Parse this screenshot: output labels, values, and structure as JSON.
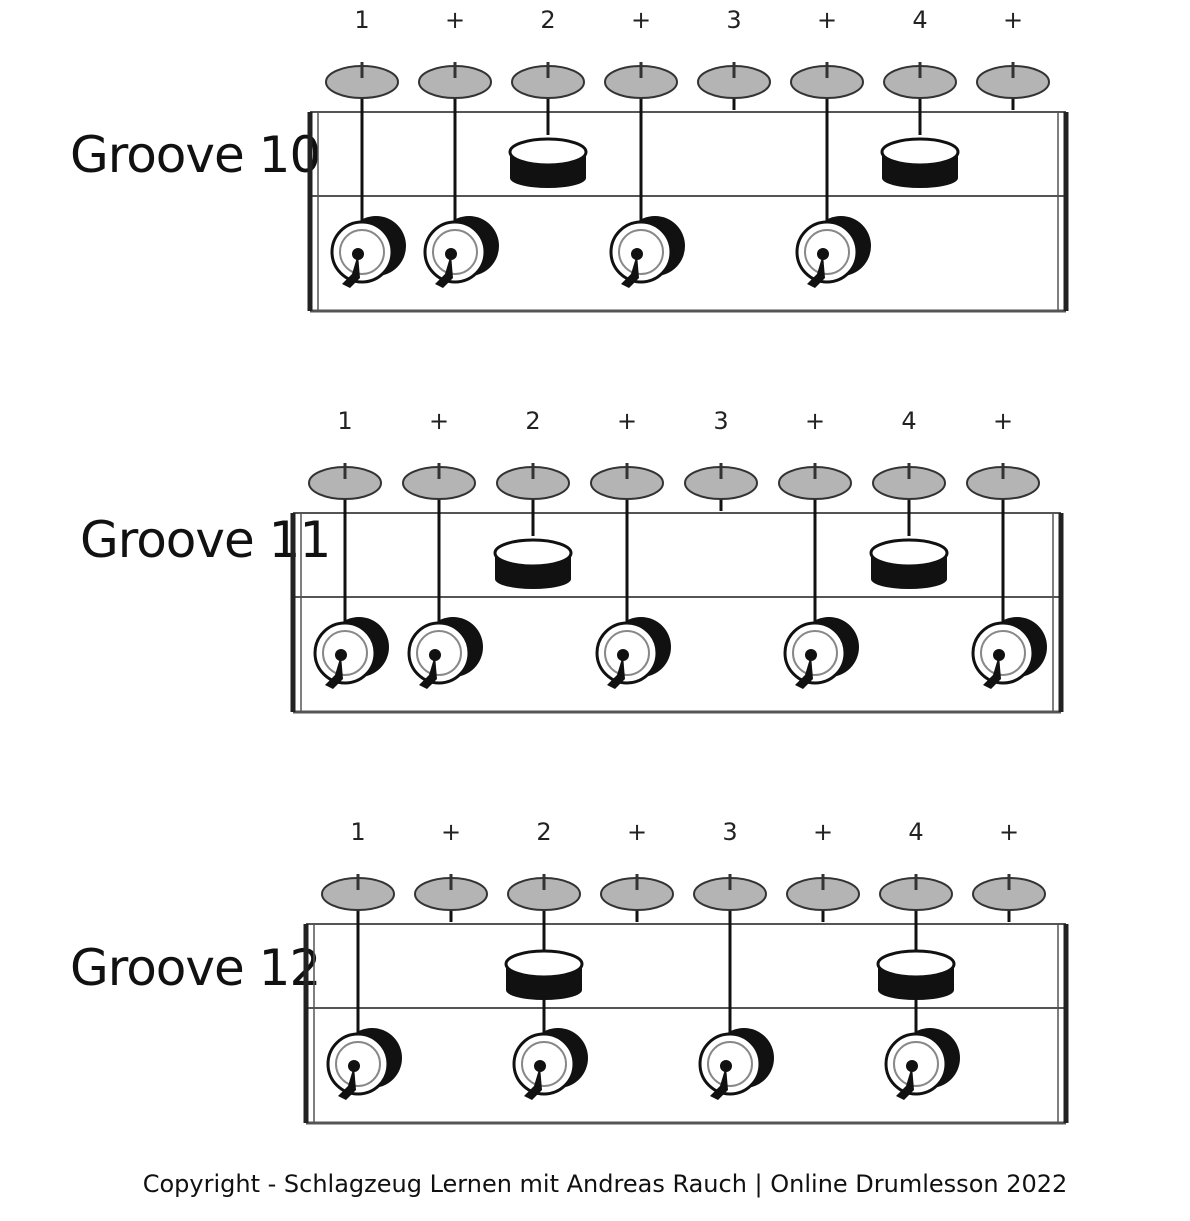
{
  "counts": [
    "1",
    "+",
    "2",
    "+",
    "3",
    "+",
    "4",
    "+"
  ],
  "grooves": [
    {
      "title": "Groove 10",
      "hihat": [
        1,
        1,
        1,
        1,
        1,
        1,
        1,
        1
      ],
      "snare": [
        0,
        0,
        1,
        0,
        0,
        0,
        1,
        0
      ],
      "bass": [
        1,
        1,
        0,
        1,
        0,
        1,
        0,
        0
      ]
    },
    {
      "title": "Groove 11",
      "hihat": [
        1,
        1,
        1,
        1,
        1,
        1,
        1,
        1
      ],
      "snare": [
        0,
        0,
        1,
        0,
        0,
        0,
        1,
        0
      ],
      "bass": [
        1,
        1,
        0,
        1,
        0,
        1,
        0,
        1
      ]
    },
    {
      "title": "Groove 12",
      "hihat": [
        1,
        1,
        1,
        1,
        1,
        1,
        1,
        1
      ],
      "snare": [
        0,
        0,
        1,
        0,
        0,
        0,
        1,
        0
      ],
      "bass": [
        1,
        0,
        1,
        0,
        1,
        0,
        1,
        0
      ]
    }
  ],
  "footer": "Copyright - Schlagzeug Lernen mit Andreas Rauch | Online Drumlesson 2022",
  "colors": {
    "cymbal": "#b4b4b4",
    "ink": "#111111",
    "line": "#555555"
  }
}
